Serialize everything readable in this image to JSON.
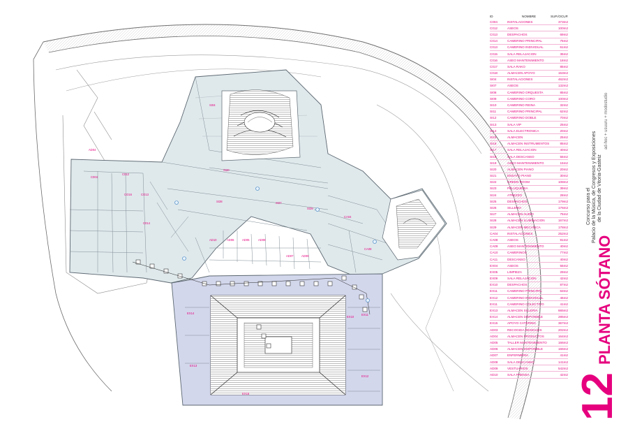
{
  "table": {
    "headers": {
      "id": "ID",
      "name": "NOMBRE",
      "area": "SUP./OCUP."
    },
    "rows": [
      [
        "C004",
        "INSTALACIONES",
        "373m2"
      ],
      [
        "C012",
        "ASEOS",
        "100m2"
      ],
      [
        "C013",
        "DESPACHOS",
        "69m2"
      ],
      [
        "C014",
        "CAMERINO PRINCIPAL",
        "75m2"
      ],
      [
        "C013",
        "CAMERINO INDIVIDUAL",
        "61m2"
      ],
      [
        "C015",
        "SALA RELAJACION",
        "35m2"
      ],
      [
        "C016",
        "ASEO MANTENIMIENTO",
        "18m2"
      ],
      [
        "C017",
        "SALA RAKO",
        "85m2"
      ],
      [
        "C018",
        "ALMACEN APOYO",
        "153m2"
      ],
      [
        "SI04",
        "INSTALACIONES",
        "462m2"
      ],
      [
        "SI07",
        "ASEOS",
        "132m2"
      ],
      [
        "SI08",
        "CAMERINO ORQUESTA",
        "85m2"
      ],
      [
        "SI09",
        "CAMERINO CORO",
        "100m2"
      ],
      [
        "SI10",
        "CAMERINO REINA",
        "32m2"
      ],
      [
        "SI11",
        "CAMERINO PRINCIPAL",
        "62m2"
      ],
      [
        "SI12",
        "CAMERINO DOBLE",
        "70m2"
      ],
      [
        "SI13",
        "SALA VIP",
        "25m2"
      ],
      [
        "SI14",
        "SALA ELECTRONICA",
        "20m2"
      ],
      [
        "SI15",
        "ALMACEN",
        "25m2"
      ],
      [
        "SI16",
        "ALMACEN INSTRUMENTOS",
        "85m2"
      ],
      [
        "SI17",
        "SALA RELAJACION",
        "40m2"
      ],
      [
        "SI18",
        "SALA DESCANSO",
        "55m2"
      ],
      [
        "SI19",
        "ASEO MANTENIMIENTO",
        "15m2"
      ],
      [
        "SI20",
        "ALMACEN PIANO",
        "20m2"
      ],
      [
        "SI21",
        "ENSAYO PIANO",
        "30m2"
      ],
      [
        "SI22",
        "GREEN ROOM",
        "108m2"
      ],
      [
        "SI23",
        "PELUQUERIA",
        "39m2"
      ],
      [
        "SI24",
        "ATREZZO",
        "28m2"
      ],
      [
        "SI25",
        "DESPACHOS",
        "179m2"
      ],
      [
        "SI26",
        "SILLERIA",
        "176m2"
      ],
      [
        "SI27",
        "ALMACEN AUDIO",
        "75m2"
      ],
      [
        "SI28",
        "ALMACEN ILUMINACION",
        "167m2"
      ],
      [
        "SI29",
        "ALMACEN MECANICA",
        "178m2"
      ],
      [
        "CA04",
        "INSTALACIONES",
        "252m2"
      ],
      [
        "CA08",
        "ASEOS",
        "91m2"
      ],
      [
        "CA09",
        "ASEO MANTENIMIENTO",
        "40m2"
      ],
      [
        "CA10",
        "CAMERINOS",
        "77m2"
      ],
      [
        "CA11",
        "DESCANSO",
        "40m2"
      ],
      [
        "EX04",
        "ASEOS",
        "55m2"
      ],
      [
        "EX05",
        "LIMPIEZA",
        "29m2"
      ],
      [
        "EX09",
        "SALA RELAJACION",
        "42m2"
      ],
      [
        "EX10",
        "DESPACHOS",
        "87m2"
      ],
      [
        "EX11",
        "CAMERINO PRINCIPAL",
        "63m2"
      ],
      [
        "EX12",
        "CAMERINO INDIVIDUAL",
        "46m2"
      ],
      [
        "EX11",
        "CAMERINO COLECTIVO",
        "41m2"
      ],
      [
        "EX13",
        "ALMACEN SILLERIA",
        "665m2"
      ],
      [
        "EX14",
        "ALMACEN DISPONIBLE",
        "285m2"
      ],
      [
        "EX15",
        "APOYO CATERING",
        "367m2"
      ],
      [
        "AD03",
        "RECOGIDA RESIDUOS",
        "202m2"
      ],
      [
        "AD04",
        "ALMACEN PRODUCTOS",
        "164m2"
      ],
      [
        "AD05",
        "TALLER MANTENIMIENTO",
        "166m2"
      ],
      [
        "AD06",
        "ALMACEN DISPONIBLE",
        "166m2"
      ],
      [
        "AD07",
        "ENFERMERIA",
        "41m2"
      ],
      [
        "AD08",
        "SALA DESCANSO",
        "141m2"
      ],
      [
        "AD09",
        "VESTUARIOS",
        "542m2"
      ],
      [
        "AD10",
        "SALA PRENSA",
        "42m2"
      ]
    ]
  },
  "title_block": {
    "sheet_number": "12",
    "sheet_title": "PLANTA SÓTANO",
    "subtitle_lines": [
      "Concurso para el",
      "Palacio de la Música, de Congresos y Exposiciones",
      "de la Ciudad de Vitoria-Gasteiz"
    ],
    "studio": "ad-hoc + usuuru + modostudio"
  },
  "plan_labels": [
    "AD04",
    "C004",
    "C012",
    "CO16",
    "CO13",
    "C014",
    "AD10",
    "AD06",
    "AD05",
    "AD08",
    "AD07",
    "AD09",
    "SI04",
    "SI20",
    "SI28",
    "SI27",
    "SI29",
    "CA04",
    "CA08",
    "EX14",
    "EX13",
    "EX15",
    "EX10",
    "EX11",
    "EX12"
  ],
  "colors": {
    "accent": "#e6007e",
    "corridor": "#dfe9ec",
    "exhibition": "#d3d7ec",
    "line": "#5b6770"
  }
}
